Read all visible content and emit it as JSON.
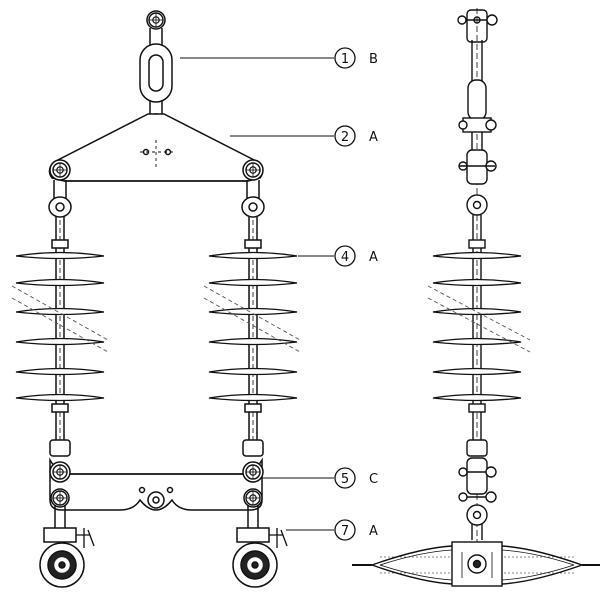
{
  "callouts": [
    {
      "number": "1",
      "letter": "B"
    },
    {
      "number": "2",
      "letter": "A"
    },
    {
      "number": "4",
      "letter": "A"
    },
    {
      "number": "5",
      "letter": "C"
    },
    {
      "number": "7",
      "letter": "A"
    }
  ],
  "colors": {
    "line": "#111111",
    "background": "#ffffff",
    "dash": "#555555"
  }
}
